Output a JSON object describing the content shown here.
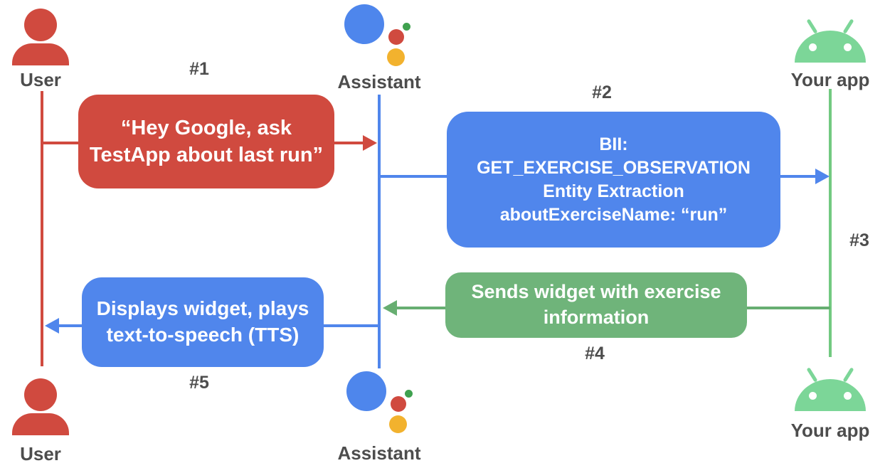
{
  "diagram": {
    "type": "sequence-diagram",
    "colors": {
      "user_red": "#d04a3f",
      "assistant_blue": "#5086ec",
      "app_green_box": "#6fb47a",
      "app_green_icon": "#7cd698",
      "app_green_lifeline": "#72c981",
      "assistant_logo_green": "#3fa14f",
      "assistant_logo_yellow": "#f2b22e",
      "label_gray": "#4d4d4d",
      "box_text": "#ffffff"
    },
    "icons": {
      "user": "person-icon",
      "assistant": "google-assistant-icon",
      "app": "android-icon"
    }
  },
  "actors": {
    "user": "User",
    "assistant": "Assistant",
    "app": "Your app"
  },
  "steps": {
    "s1": "#1",
    "s2": "#2",
    "s3": "#3",
    "s4": "#4",
    "s5": "#5"
  },
  "messages": {
    "user_to_assistant": "“Hey Google, ask\nTestApp about last run”",
    "assistant_to_app": "BII:\nGET_EXERCISE_OBSERVATION\nEntity Extraction\naboutExerciseName: “run”",
    "app_to_assistant": "Sends widget with exercise\ninformation",
    "assistant_to_user": "Displays widget, plays\ntext-to-speech (TTS)"
  }
}
